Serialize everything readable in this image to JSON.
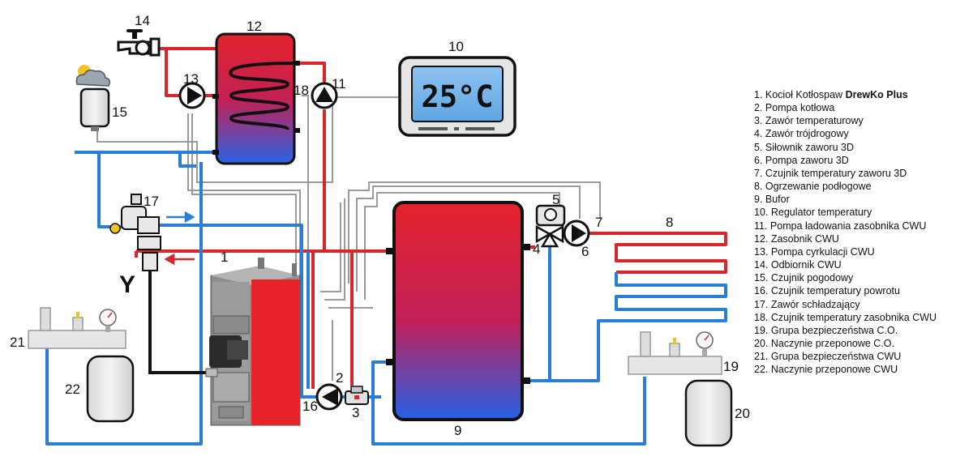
{
  "diagram": {
    "display_value": "25°C",
    "bottom_letter": "Y",
    "labels": {
      "n1": "1",
      "n2": "2",
      "n3": "3",
      "n4": "4",
      "n5": "5",
      "n6": "6",
      "n7": "7",
      "n8": "8",
      "n9": "9",
      "n10": "10",
      "n11": "11",
      "n12": "12",
      "n13": "13",
      "n14": "14",
      "n15": "15",
      "n16": "16",
      "n17": "17",
      "n18": "18",
      "n19": "19",
      "n20": "20",
      "n21": "21",
      "n22": "22"
    },
    "colors": {
      "hot": "#d8262b",
      "cold": "#2a7fd4",
      "signal": "#9a9a9a",
      "boiler": "#e8242a"
    }
  },
  "legend": [
    {
      "text": "1. Kocioł Kotłospaw ",
      "bold": "DrewKo Plus"
    },
    {
      "text": "2. Pompa kotłowa",
      "bold": ""
    },
    {
      "text": "3. Zawór temperaturowy",
      "bold": ""
    },
    {
      "text": "4. Zawór trójdrogowy",
      "bold": ""
    },
    {
      "text": "5. Siłownik zaworu 3D",
      "bold": ""
    },
    {
      "text": "6. Pompa zaworu 3D",
      "bold": ""
    },
    {
      "text": "7. Czujnik temperatury zaworu 3D",
      "bold": ""
    },
    {
      "text": "8. Ogrzewanie podłogowe",
      "bold": ""
    },
    {
      "text": "9. Bufor",
      "bold": ""
    },
    {
      "text": "10. Regulator temperatury",
      "bold": ""
    },
    {
      "text": "11. Pompa ładowania zasobnika CWU",
      "bold": ""
    },
    {
      "text": "12. Zasobnik CWU",
      "bold": ""
    },
    {
      "text": "13. Pompa cyrkulacji CWU",
      "bold": ""
    },
    {
      "text": "14. Odbiornik CWU",
      "bold": ""
    },
    {
      "text": "15. Czujnik pogodowy",
      "bold": ""
    },
    {
      "text": "16. Czujnik temperatury powrotu",
      "bold": ""
    },
    {
      "text": "17. Zawór schładzający",
      "bold": ""
    },
    {
      "text": "18. Czujnik temperatury zasobnika CWU",
      "bold": ""
    },
    {
      "text": "19. Grupa bezpieczeństwa C.O.",
      "bold": ""
    },
    {
      "text": "20. Naczynie przeponowe C.O.",
      "bold": ""
    },
    {
      "text": "21. Grupa bezpieczeństwa CWU",
      "bold": ""
    },
    {
      "text": "22. Naczynie przeponowe CWU",
      "bold": ""
    }
  ]
}
